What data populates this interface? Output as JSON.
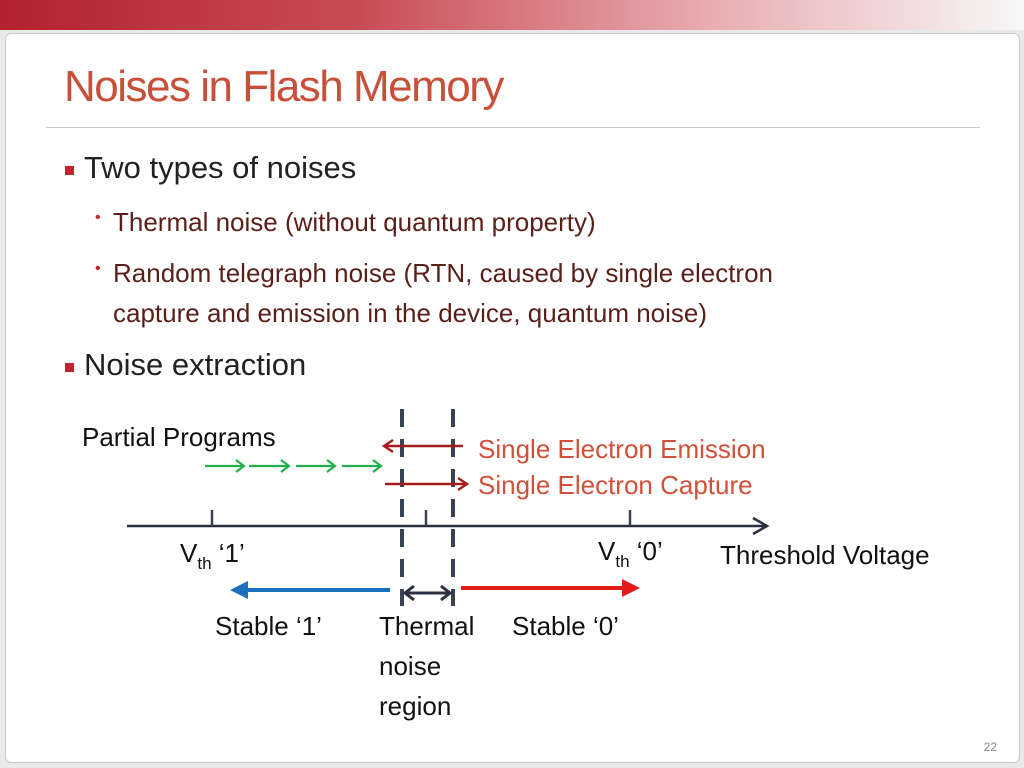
{
  "slide": {
    "title": "Noises in Flash Memory",
    "bullets": {
      "b1": "Two types of noises",
      "b1_1": "Thermal noise (without quantum property)",
      "b1_2_line1": "Random telegraph noise (RTN, caused by single electron",
      "b1_2_line2": "capture and emission in the device, quantum noise)",
      "b2": "Noise extraction"
    },
    "page_number": "22"
  },
  "diagram": {
    "partial_programs": "Partial Programs",
    "emission": "Single Electron Emission",
    "capture": "Single Electron Capture",
    "vth_base": "V",
    "vth_sub": "th",
    "vth_one_suffix": "‘1’",
    "vth_zero_suffix": "‘0’",
    "axis_label": "Threshold Voltage",
    "stable_one": "Stable ‘1’",
    "stable_zero": "Stable ‘0’",
    "thermal_line1": "Thermal",
    "thermal_line2": "noise",
    "thermal_line3": "region",
    "colors": {
      "green": "#22b04b",
      "dark_red": "#a51c1c",
      "blue": "#1a6fbf",
      "red": "#e21b1b",
      "dark": "#2b3040"
    }
  }
}
